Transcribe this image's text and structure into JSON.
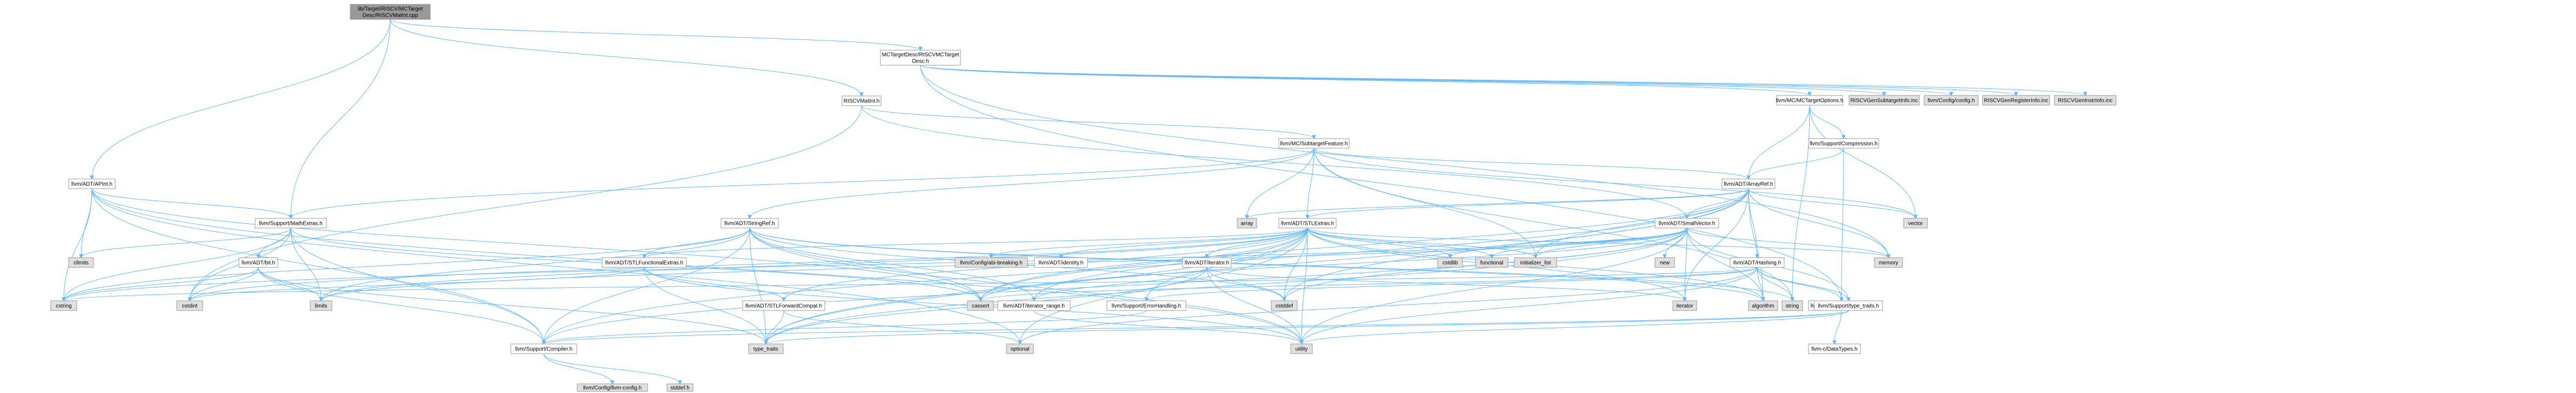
{
  "colors": {
    "root_fill": "#999999",
    "node_fill": "#ffffff",
    "missing_fill": "#e0e0e0",
    "node_border": "#999999",
    "red_border": "#ff0000",
    "edge": "#63b8ff"
  },
  "nodes": [
    {
      "id": "root",
      "label": [
        "lib/Target/RISCV/MCTarget",
        "Desc/RISCVMatInt.cpp"
      ],
      "kind": "root"
    },
    {
      "id": "mctd",
      "label": [
        "MCTargetDesc/RISCVMCTarget",
        "Desc.h"
      ],
      "kind": "link"
    },
    {
      "id": "apint",
      "label": [
        "llvm/ADT/APInt.h"
      ],
      "kind": "link"
    },
    {
      "id": "mathext",
      "label": [
        "llvm/Support/MathExtras.h"
      ],
      "kind": "link"
    },
    {
      "id": "rmatint",
      "label": [
        "RISCVMatInt.h"
      ],
      "kind": "link"
    },
    {
      "id": "subfeat",
      "label": [
        "llvm/MC/SubtargetFeature.h"
      ],
      "kind": "link"
    },
    {
      "id": "mcopts",
      "label": [
        "llvm/MC/MCTargetOptions.h"
      ],
      "kind": "link"
    },
    {
      "id": "subinfo",
      "label": [
        "RISCVGenSubtargetInfo.inc"
      ],
      "kind": "missing"
    },
    {
      "id": "config",
      "label": [
        "llvm/Config/config.h"
      ],
      "kind": "missing"
    },
    {
      "id": "reginfo",
      "label": [
        "RISCVGenRegisterInfo.inc"
      ],
      "kind": "missing"
    },
    {
      "id": "instrinfo",
      "label": [
        "RISCVGenInstrInfo.inc"
      ],
      "kind": "missing"
    },
    {
      "id": "compression",
      "label": [
        "llvm/Support/Compression.h"
      ],
      "kind": "link"
    },
    {
      "id": "arrayref",
      "label": [
        "llvm/ADT/ArrayRef.h"
      ],
      "kind": "link"
    },
    {
      "id": "vector",
      "label": [
        "vector"
      ],
      "kind": "missing"
    },
    {
      "id": "climits",
      "label": [
        "climits"
      ],
      "kind": "missing"
    },
    {
      "id": "bit",
      "label": [
        "llvm/ADT/bit.h"
      ],
      "kind": "link"
    },
    {
      "id": "stringref",
      "label": [
        "llvm/ADT/StringRef.h"
      ],
      "kind": "red"
    },
    {
      "id": "array",
      "label": [
        "array"
      ],
      "kind": "missing"
    },
    {
      "id": "stlextras",
      "label": [
        "llvm/ADT/STLExtras.h"
      ],
      "kind": "red"
    },
    {
      "id": "smallvector",
      "label": [
        "llvm/ADT/SmallVector.h"
      ],
      "kind": "link"
    },
    {
      "id": "stlfunc",
      "label": [
        "llvm/ADT/STLFunctionalExtras.h"
      ],
      "kind": "link"
    },
    {
      "id": "cfgbreak",
      "label": [
        "llvm/Config/abi-breaking.h"
      ],
      "kind": "missing"
    },
    {
      "id": "identity",
      "label": [
        "llvm/ADT/identity.h"
      ],
      "kind": "link"
    },
    {
      "id": "iterator",
      "label": [
        "llvm/ADT/iterator.h"
      ],
      "kind": "link"
    },
    {
      "id": "cstdlib",
      "label": [
        "cstdlib"
      ],
      "kind": "missing"
    },
    {
      "id": "functional",
      "label": [
        "functional"
      ],
      "kind": "missing"
    },
    {
      "id": "initlist",
      "label": [
        "initializer_list"
      ],
      "kind": "missing"
    },
    {
      "id": "new",
      "label": [
        "new"
      ],
      "kind": "missing"
    },
    {
      "id": "hashing",
      "label": [
        "llvm/ADT/Hashing.h"
      ],
      "kind": "red"
    },
    {
      "id": "memory",
      "label": [
        "memory"
      ],
      "kind": "missing"
    },
    {
      "id": "datatypes",
      "label": [
        "llvm/Support/DataTypes.h"
      ],
      "kind": "link"
    },
    {
      "id": "cdatatypes",
      "label": [
        "llvm-c/DataTypes.h"
      ],
      "kind": "red"
    },
    {
      "id": "cstring",
      "label": [
        "cstring"
      ],
      "kind": "missing"
    },
    {
      "id": "cstdint",
      "label": [
        "cstdint"
      ],
      "kind": "missing"
    },
    {
      "id": "limits",
      "label": [
        "limits"
      ],
      "kind": "missing"
    },
    {
      "id": "stlfwd",
      "label": [
        "llvm/ADT/STLForwardCompat.h"
      ],
      "kind": "link"
    },
    {
      "id": "cassert",
      "label": [
        "cassert"
      ],
      "kind": "missing"
    },
    {
      "id": "iterrange",
      "label": [
        "llvm/ADT/iterator_range.h"
      ],
      "kind": "link"
    },
    {
      "id": "errhandling",
      "label": [
        "llvm/Support/ErrorHandling.h"
      ],
      "kind": "link"
    },
    {
      "id": "cstddef",
      "label": [
        "cstddef"
      ],
      "kind": "missing"
    },
    {
      "id": "iteratorh",
      "label": [
        "iterator"
      ],
      "kind": "missing"
    },
    {
      "id": "algorithm",
      "label": [
        "algorithm"
      ],
      "kind": "missing"
    },
    {
      "id": "string",
      "label": [
        "string"
      ],
      "kind": "missing"
    },
    {
      "id": "typetraitsllvm",
      "label": [
        "llvm/Support/type_traits.h"
      ],
      "kind": "link"
    },
    {
      "id": "compiler",
      "label": [
        "llvm/Support/Compiler.h"
      ],
      "kind": "link"
    },
    {
      "id": "typetraits",
      "label": [
        "type_traits"
      ],
      "kind": "missing"
    },
    {
      "id": "optional",
      "label": [
        "optional"
      ],
      "kind": "missing"
    },
    {
      "id": "utility",
      "label": [
        "utility"
      ],
      "kind": "missing"
    },
    {
      "id": "llvmconfig",
      "label": [
        "llvm/Config/llvm-config.h"
      ],
      "kind": "missing"
    },
    {
      "id": "stddef",
      "label": [
        "stddef.h"
      ],
      "kind": "missing"
    }
  ],
  "edges": [
    [
      "root",
      "mctd"
    ],
    [
      "root",
      "apint"
    ],
    [
      "root",
      "mathext"
    ],
    [
      "root",
      "rmatint"
    ],
    [
      "mctd",
      "mcopts"
    ],
    [
      "mctd",
      "subinfo"
    ],
    [
      "mctd",
      "config"
    ],
    [
      "mctd",
      "reginfo"
    ],
    [
      "mctd",
      "instrinfo"
    ],
    [
      "mctd",
      "datatypes"
    ],
    [
      "mctd",
      "memory"
    ],
    [
      "mcopts",
      "compression"
    ],
    [
      "mcopts",
      "arrayref"
    ],
    [
      "mcopts",
      "string"
    ],
    [
      "mcopts",
      "vector"
    ],
    [
      "compression",
      "arrayref"
    ],
    [
      "compression",
      "datatypes"
    ],
    [
      "rmatint",
      "subfeat"
    ],
    [
      "rmatint",
      "smallvector"
    ],
    [
      "rmatint",
      "cstdint"
    ],
    [
      "subfeat",
      "arrayref"
    ],
    [
      "subfeat",
      "stringref"
    ],
    [
      "subfeat",
      "stlextras"
    ],
    [
      "subfeat",
      "mathext"
    ],
    [
      "subfeat",
      "array"
    ],
    [
      "subfeat",
      "initlist"
    ],
    [
      "subfeat",
      "string"
    ],
    [
      "subfeat",
      "vector"
    ],
    [
      "apint",
      "mathext"
    ],
    [
      "apint",
      "compiler"
    ],
    [
      "apint",
      "cassert"
    ],
    [
      "apint",
      "climits"
    ],
    [
      "apint",
      "cstring"
    ],
    [
      "apint",
      "optional"
    ],
    [
      "apint",
      "utility"
    ],
    [
      "mathext",
      "bit"
    ],
    [
      "mathext",
      "compiler"
    ],
    [
      "mathext",
      "cassert"
    ],
    [
      "mathext",
      "climits"
    ],
    [
      "mathext",
      "cstdint"
    ],
    [
      "mathext",
      "cstring"
    ],
    [
      "mathext",
      "limits"
    ],
    [
      "mathext",
      "type_traits"
    ],
    [
      "bit",
      "compiler"
    ],
    [
      "bit",
      "cstdint"
    ],
    [
      "bit",
      "limits"
    ],
    [
      "bit",
      "typetraits"
    ],
    [
      "bit",
      "cstring"
    ],
    [
      "stringref",
      "stlfunc"
    ],
    [
      "stringref",
      "iterrange"
    ],
    [
      "stringref",
      "compiler"
    ],
    [
      "stringref",
      "algorithm"
    ],
    [
      "stringref",
      "cassert"
    ],
    [
      "stringref",
      "cstddef"
    ],
    [
      "stringref",
      "cstring"
    ],
    [
      "stringref",
      "limits"
    ],
    [
      "stringref",
      "string"
    ],
    [
      "stringref",
      "typetraits"
    ],
    [
      "stringref",
      "utility"
    ],
    [
      "arrayref",
      "hashing"
    ],
    [
      "arrayref",
      "smallvector"
    ],
    [
      "arrayref",
      "stlextras"
    ],
    [
      "arrayref",
      "compiler"
    ],
    [
      "arrayref",
      "algorithm"
    ],
    [
      "arrayref",
      "array"
    ],
    [
      "arrayref",
      "cassert"
    ],
    [
      "arrayref",
      "cstddef"
    ],
    [
      "arrayref",
      "initlist"
    ],
    [
      "arrayref",
      "iteratorh"
    ],
    [
      "arrayref",
      "memory"
    ],
    [
      "arrayref",
      "typetraits"
    ],
    [
      "arrayref",
      "vector"
    ],
    [
      "stlextras",
      "stlfunc"
    ],
    [
      "stlextras",
      "stlfwd"
    ],
    [
      "stlextras",
      "cfgbreak"
    ],
    [
      "stlextras",
      "identity"
    ],
    [
      "stlextras",
      "iterator"
    ],
    [
      "stlextras",
      "iterrange"
    ],
    [
      "stlextras",
      "errhandling"
    ],
    [
      "stlextras",
      "algorithm"
    ],
    [
      "stlextras",
      "cassert"
    ],
    [
      "stlextras",
      "cstddef"
    ],
    [
      "stlextras",
      "cstdint"
    ],
    [
      "stlextras",
      "cstdlib"
    ],
    [
      "stlextras",
      "functional"
    ],
    [
      "stlextras",
      "initlist"
    ],
    [
      "stlextras",
      "iteratorh"
    ],
    [
      "stlextras",
      "limits"
    ],
    [
      "stlextras",
      "memory"
    ],
    [
      "stlextras",
      "optional"
    ],
    [
      "stlextras",
      "tuple"
    ],
    [
      "stlextras",
      "typetraits"
    ],
    [
      "stlextras",
      "utility"
    ],
    [
      "smallvector",
      "compiler"
    ],
    [
      "smallvector",
      "typetraitsllvm"
    ],
    [
      "smallvector",
      "algorithm"
    ],
    [
      "smallvector",
      "cassert"
    ],
    [
      "smallvector",
      "cstddef"
    ],
    [
      "smallvector",
      "cstdlib"
    ],
    [
      "smallvector",
      "cstring"
    ],
    [
      "smallvector",
      "functional"
    ],
    [
      "smallvector",
      "initlist"
    ],
    [
      "smallvector",
      "iteratorh"
    ],
    [
      "smallvector",
      "limits"
    ],
    [
      "smallvector",
      "memory"
    ],
    [
      "smallvector",
      "new"
    ],
    [
      "smallvector",
      "typetraits"
    ],
    [
      "smallvector",
      "utility"
    ],
    [
      "stlfunc",
      "stlfwd"
    ],
    [
      "stlfunc",
      "cstdint"
    ],
    [
      "stlfunc",
      "typetraits"
    ],
    [
      "stlfunc",
      "utility"
    ],
    [
      "iterator",
      "iterrange"
    ],
    [
      "iterator",
      "cstddef"
    ],
    [
      "iterator",
      "iteratorh"
    ],
    [
      "iterator",
      "typetraits"
    ],
    [
      "iterator",
      "utility"
    ],
    [
      "stlfwd",
      "optional"
    ],
    [
      "stlfwd",
      "typetraits"
    ],
    [
      "iterrange",
      "utility"
    ],
    [
      "errhandling",
      "compiler"
    ],
    [
      "hashing",
      "errhandling"
    ],
    [
      "hashing",
      "typetraitsllvm"
    ],
    [
      "hashing",
      "datatypes"
    ],
    [
      "hashing",
      "algorithm"
    ],
    [
      "hashing",
      "cassert"
    ],
    [
      "hashing",
      "cstring"
    ],
    [
      "hashing",
      "optional"
    ],
    [
      "hashing",
      "string"
    ],
    [
      "hashing",
      "tuple"
    ],
    [
      "hashing",
      "utility"
    ],
    [
      "typetraitsllvm",
      "compiler"
    ],
    [
      "typetraitsllvm",
      "typetraits"
    ],
    [
      "typetraitsllvm",
      "utility"
    ],
    [
      "datatypes",
      "cdatatypes"
    ],
    [
      "compiler",
      "llvmconfig"
    ],
    [
      "compiler",
      "stddef"
    ]
  ]
}
